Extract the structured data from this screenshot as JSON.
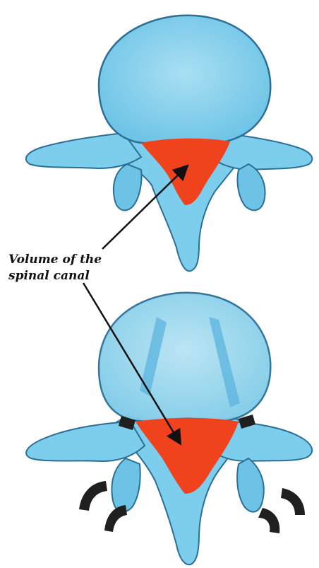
{
  "annotation": {
    "line1": "Volume of the",
    "line2": "spinal canal"
  },
  "colors": {
    "bone_fill": "#7dcdec",
    "bone_fill_light": "#a9dff3",
    "bone_outline": "#2b6f96",
    "canal_fill": "#f0421c",
    "implant": "#1f1f1f",
    "arrow": "#111111"
  },
  "panels": [
    {
      "name": "upper-vertebra",
      "state": "before",
      "implants": false
    },
    {
      "name": "lower-vertebra",
      "state": "after",
      "implants": true
    }
  ]
}
